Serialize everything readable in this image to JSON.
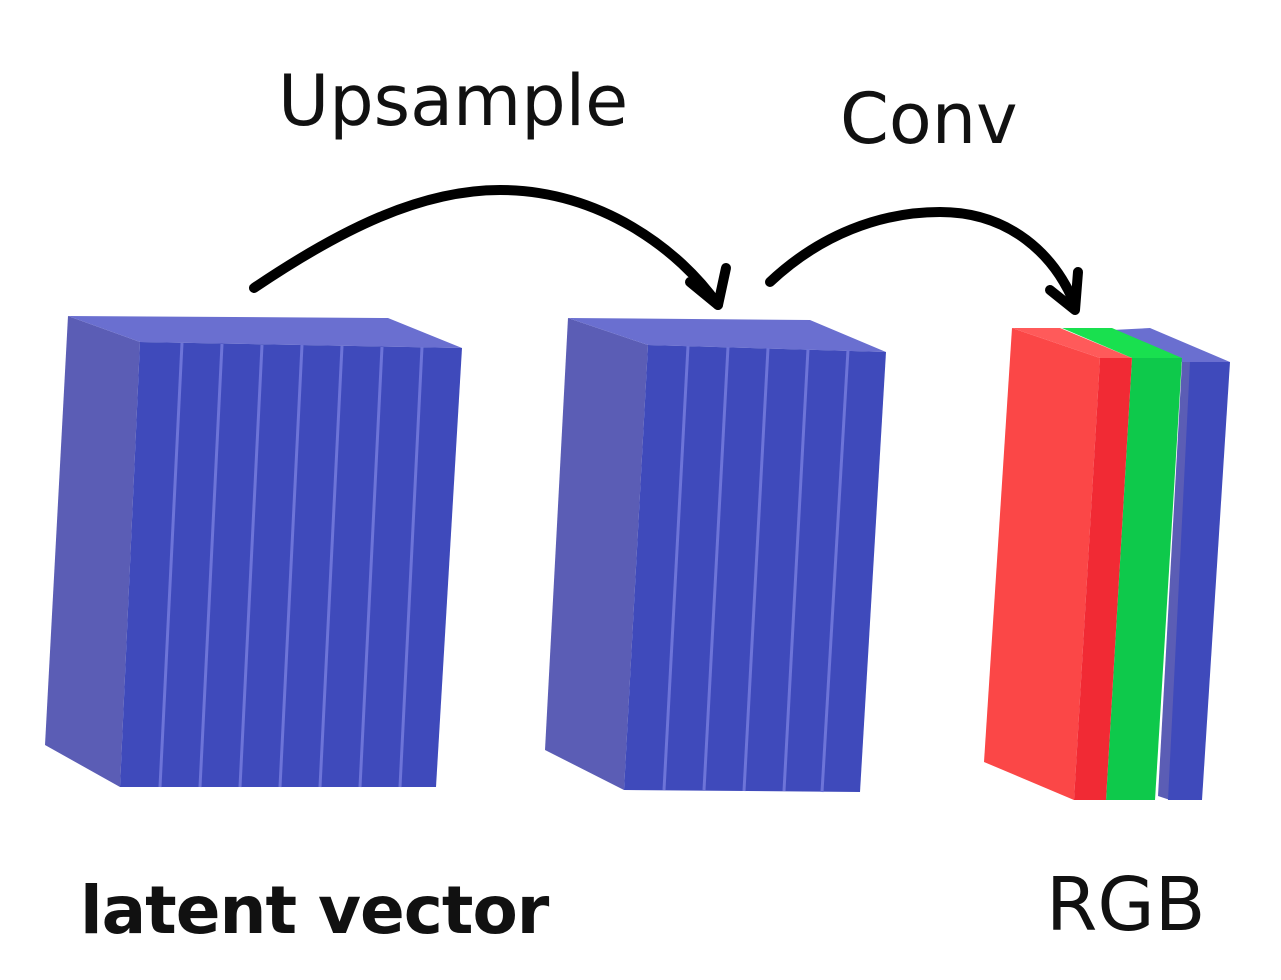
{
  "labels": {
    "upsample": "Upsample",
    "conv": "Conv",
    "latent": "latent vector",
    "rgb": "RGB"
  },
  "colors": {
    "block_face": "#3f4abb",
    "block_side": "#5a5cb8",
    "block_top": "#6a6fd0",
    "red_face": "#f12a34",
    "red_side": "#fb4747",
    "green_face": "#0ec94b",
    "arrow": "#000000"
  }
}
